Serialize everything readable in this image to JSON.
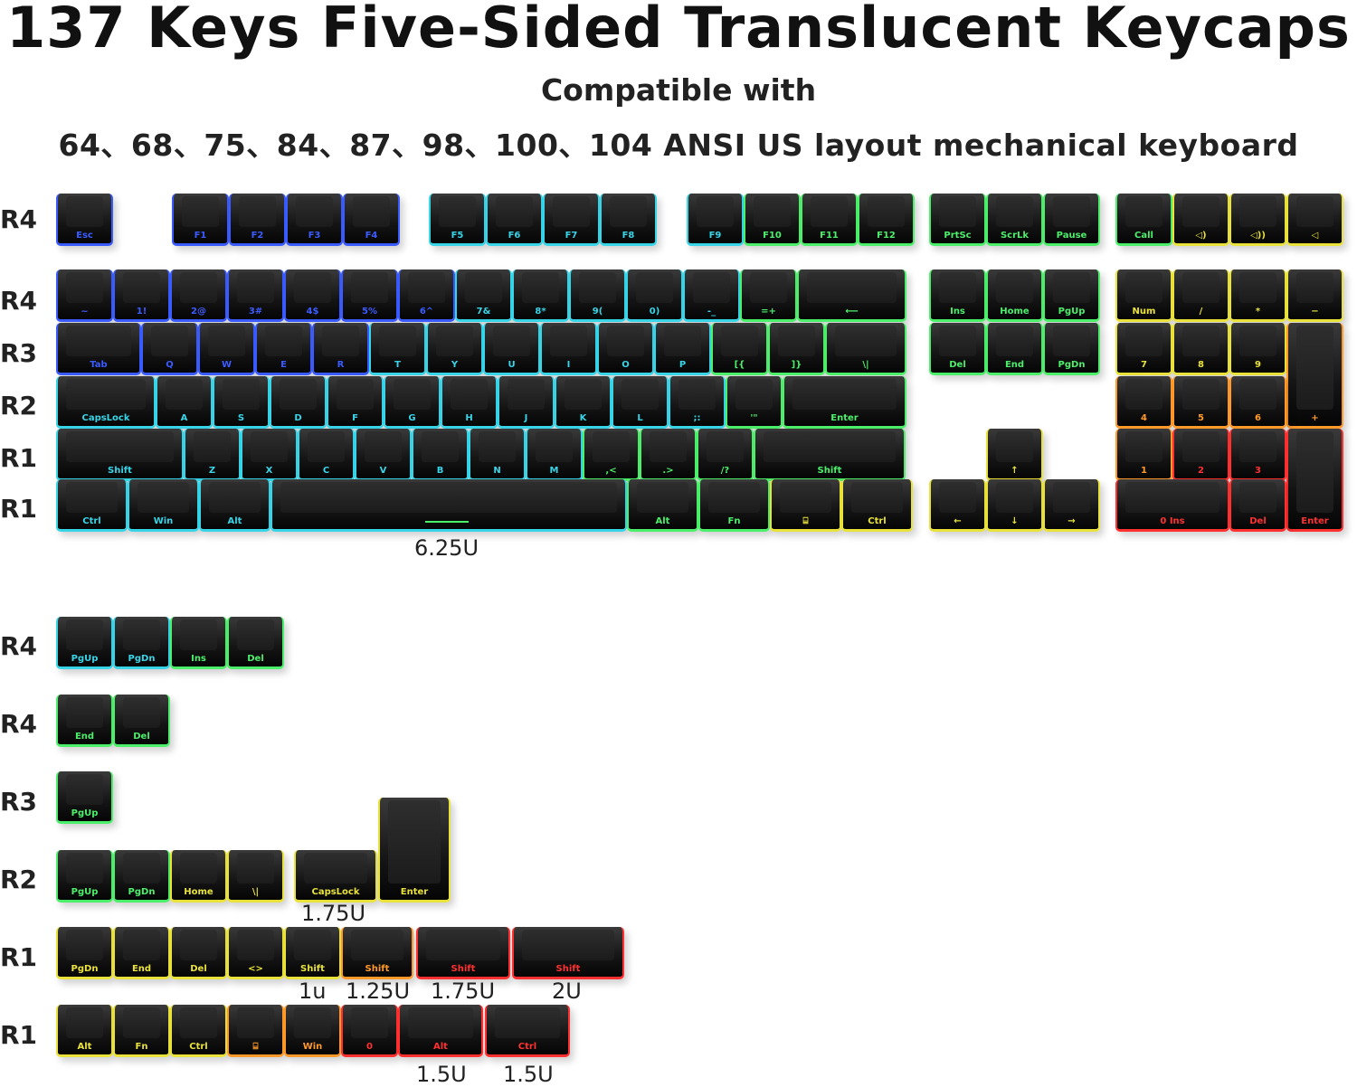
{
  "header": {
    "title": "137 Keys Five-Sided Translucent Keycaps",
    "subtitle": "Compatible with",
    "compat": "64、68、75、84、87、98、100、104 ANSI US layout mechanical keyboard"
  },
  "row_labels": [
    "R4",
    "R4",
    "R3",
    "R2",
    "R1",
    "R1",
    "R4",
    "R4",
    "R3",
    "R2",
    "R1",
    "R1"
  ],
  "size_labels": {
    "space": "6.25U",
    "capslock": "1.75U",
    "shift_1u": "1u",
    "shift_125": "1.25U",
    "shift_175": "1.75U",
    "shift_2u": "2U",
    "alt_15": "1.5U",
    "ctrl_15": "1.5U"
  },
  "keys": {
    "fn_row": [
      "Esc",
      "F1",
      "F2",
      "F3",
      "F4",
      "F5",
      "F6",
      "F7",
      "F8",
      "F9",
      "F10",
      "F11",
      "F12",
      "PrtSc",
      "ScrLk",
      "Pause",
      "Call",
      "◁)",
      "◁))",
      "◁"
    ],
    "num_row": [
      "~",
      "1!",
      "2@",
      "3#",
      "4$",
      "5%",
      "6^",
      "7&",
      "8*",
      "9(",
      "0)",
      "-_",
      "=+",
      "⟵"
    ],
    "tab_row": [
      "Tab",
      "Q",
      "W",
      "E",
      "R",
      "T",
      "Y",
      "U",
      "I",
      "O",
      "P",
      "[{",
      "]}",
      "\\|"
    ],
    "caps_row": [
      "CapsLock",
      "A",
      "S",
      "D",
      "F",
      "G",
      "H",
      "J",
      "K",
      "L",
      ";:",
      "'\"",
      "Enter"
    ],
    "shift_row": [
      "Shift",
      "Z",
      "X",
      "C",
      "V",
      "B",
      "N",
      "M",
      ",<",
      ".>",
      "/?",
      "Shift"
    ],
    "bottom_row": [
      "Ctrl",
      "Win",
      "Alt",
      "",
      "Alt",
      "Fn",
      "⌸",
      "Ctrl"
    ],
    "nav": [
      "Ins",
      "Home",
      "PgUp",
      "Del",
      "End",
      "PgDn"
    ],
    "arrows": [
      "↑",
      "←",
      "↓",
      "→"
    ],
    "numpad": [
      "Num",
      "/",
      "*",
      "−",
      "7",
      "8",
      "9",
      "+",
      "4",
      "5",
      "6",
      "1",
      "2",
      "3",
      "Enter",
      "0 Ins",
      "Del"
    ],
    "extra_r4a": [
      "PgUp",
      "PgDn",
      "Ins",
      "Del"
    ],
    "extra_r4b": [
      "End",
      "Del"
    ],
    "extra_r3": [
      "PgUp"
    ],
    "extra_r2": [
      "PgUp",
      "PgDn",
      "Home",
      "\\|",
      "CapsLock",
      "Enter"
    ],
    "extra_r1a": [
      "PgDn",
      "End",
      "Del",
      "<>",
      "Shift",
      "Shift",
      "Shift",
      "Shift"
    ],
    "extra_r1b": [
      "Alt",
      "Fn",
      "Ctrl",
      "⌸",
      "Win",
      "0",
      "Alt",
      "Ctrl"
    ]
  },
  "colors": {
    "blue": "#3a5bff",
    "cyan": "#38d4e8",
    "green": "#4cef6a",
    "yellow": "#e9e23a",
    "orange": "#ff9a2a",
    "red": "#ff3030"
  }
}
